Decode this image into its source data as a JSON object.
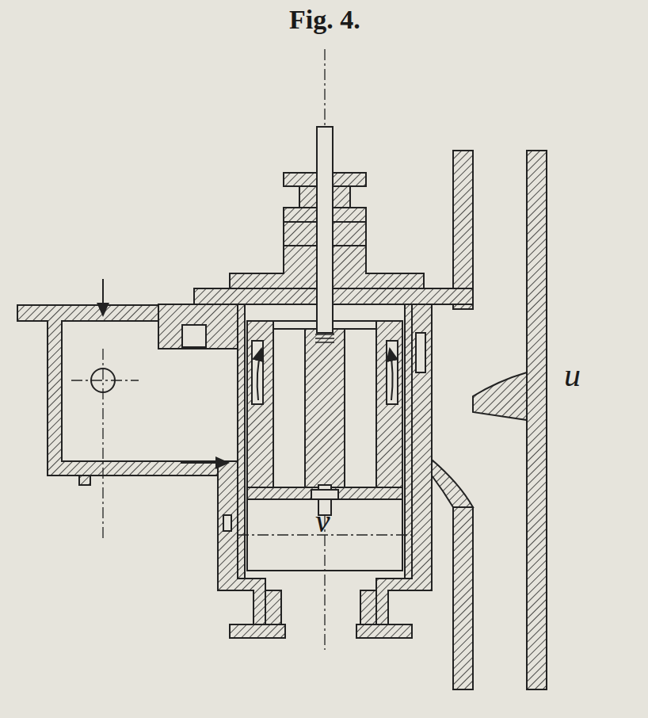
{
  "diagram": {
    "title": "Fig. 4.",
    "labels": [
      "u",
      "v"
    ]
  }
}
